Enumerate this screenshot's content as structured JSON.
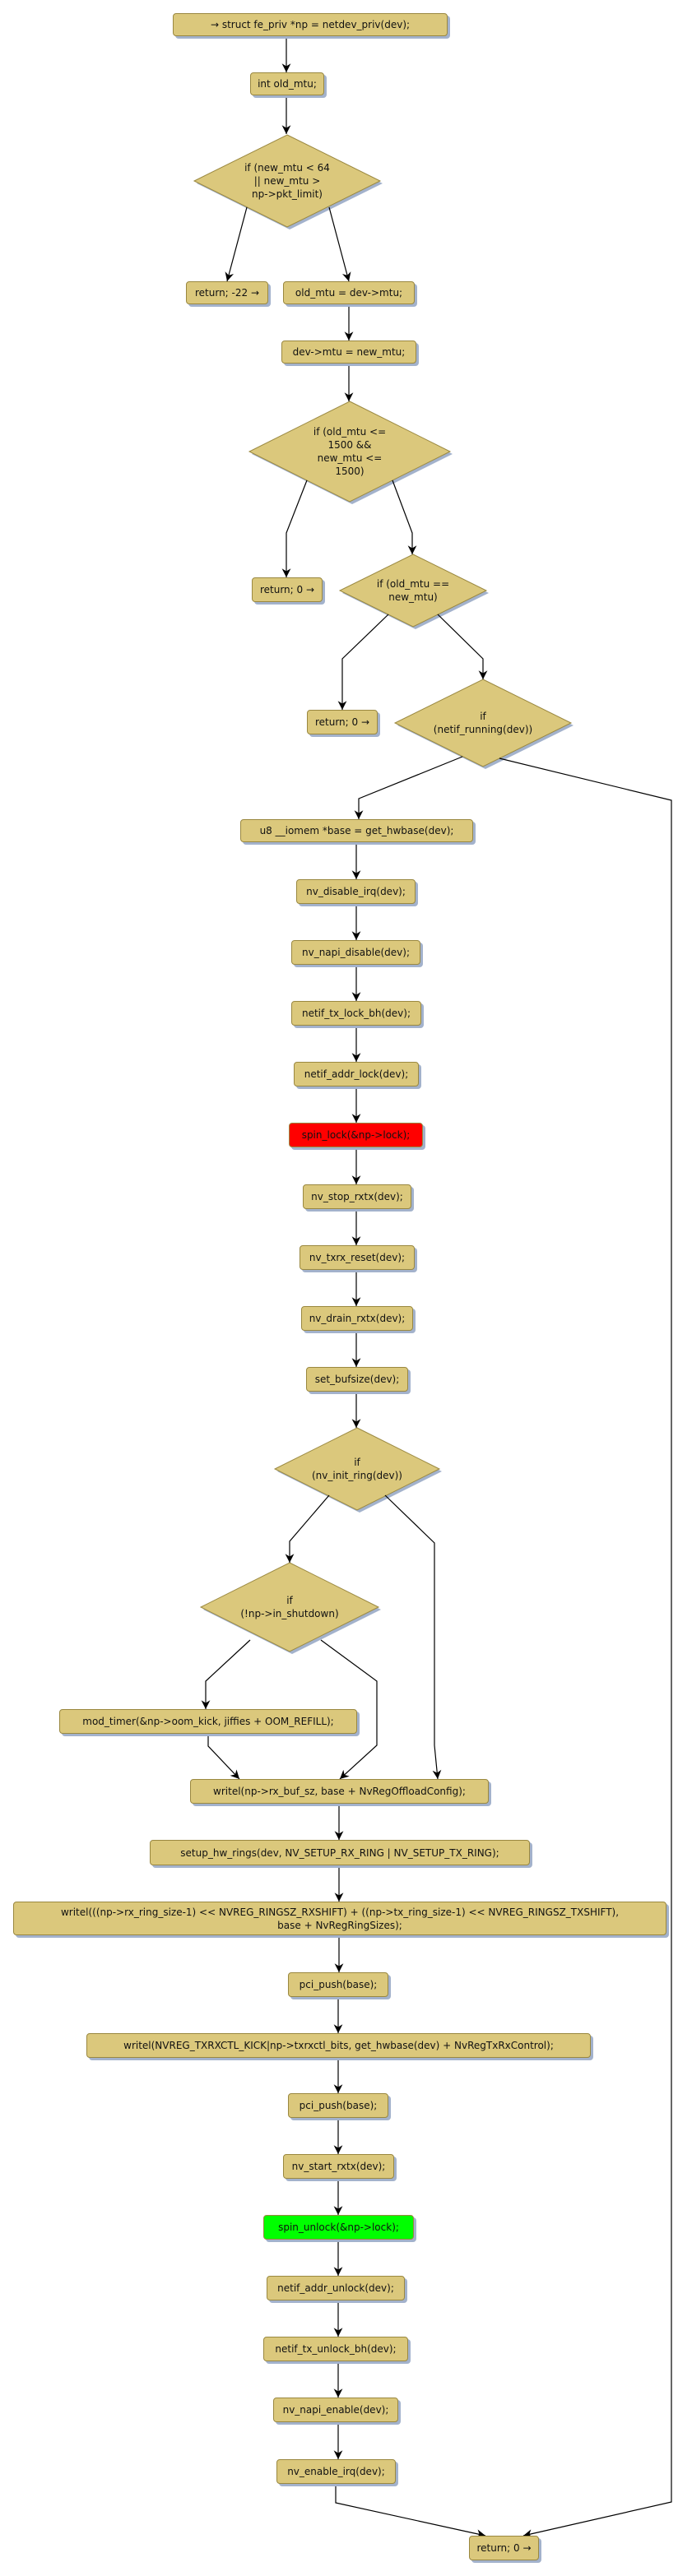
{
  "colors": {
    "node_fill": "#dbc87c",
    "node_border": "#9a8840",
    "shadow": "#a3b2cc",
    "lock": "#ff0000",
    "unlock": "#00ff00"
  },
  "nodes": {
    "entry": "→ struct fe_priv *np = netdev_priv(dev);",
    "old_mtu_decl": "int old_mtu;",
    "return_minus22": "return; -22 →",
    "old_mtu_assign": "old_mtu = dev->mtu;",
    "dev_mtu_assign": "dev->mtu = new_mtu;",
    "return_0_a": "return; 0 →",
    "return_0_b": "return; 0 →",
    "get_base": "u8 __iomem *base = get_hwbase(dev);",
    "disable_irq": "nv_disable_irq(dev);",
    "napi_disable": "nv_napi_disable(dev);",
    "tx_lock": "netif_tx_lock_bh(dev);",
    "addr_lock": "netif_addr_lock(dev);",
    "spin_lock": "spin_lock(&np->lock);",
    "stop_rxtx": "nv_stop_rxtx(dev);",
    "txrx_reset": "nv_txrx_reset(dev);",
    "drain_rxtx": "nv_drain_rxtx(dev);",
    "set_bufsize": "set_bufsize(dev);",
    "mod_timer": "mod_timer(&np->oom_kick, jiffies + OOM_REFILL);",
    "writel_offload": "writel(np->rx_buf_sz, base + NvRegOffloadConfig);",
    "setup_hw_rings": "setup_hw_rings(dev, NV_SETUP_RX_RING | NV_SETUP_TX_RING);",
    "writel_ring_1": "writel(((np->rx_ring_size-1) << NVREG_RINGSZ_RXSHIFT) + ((np->tx_ring_size-1) << NVREG_RINGSZ_TXSHIFT),",
    "writel_ring_2": "base + NvRegRingSizes);",
    "pci_push_1": "pci_push(base);",
    "writel_kick": "writel(NVREG_TXRXCTL_KICK|np->txrxctl_bits, get_hwbase(dev) + NvRegTxRxControl);",
    "pci_push_2": "pci_push(base);",
    "start_rxtx": "nv_start_rxtx(dev);",
    "spin_unlock": "spin_unlock(&np->lock);",
    "addr_unlock": "netif_addr_unlock(dev);",
    "tx_unlock": "netif_tx_unlock_bh(dev);",
    "napi_enable": "nv_napi_enable(dev);",
    "enable_irq": "nv_enable_irq(dev);",
    "return_final": "return; 0 →"
  },
  "decisions": {
    "mtu_range": [
      "if (new_mtu < 64",
      "|| new_mtu >",
      "np->pkt_limit)"
    ],
    "mtu_small": [
      "if (old_mtu <=",
      "1500 &&",
      "new_mtu <=",
      "1500)"
    ],
    "mtu_equal": [
      "if (old_mtu ==",
      "new_mtu)"
    ],
    "netif_running": [
      "if",
      "(netif_running(dev))"
    ],
    "init_ring": [
      "if",
      "(nv_init_ring(dev))"
    ],
    "in_shutdown": [
      "if",
      "(!np->in_shutdown)"
    ]
  }
}
